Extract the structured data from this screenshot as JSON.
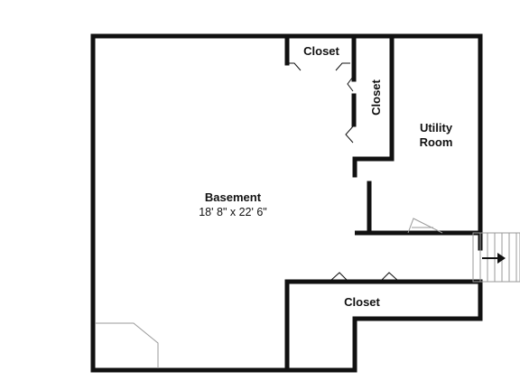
{
  "rooms": {
    "basement": {
      "name": "Basement",
      "dimensions": "18' 8\" x 22' 6\""
    },
    "top_closet": {
      "name": "Closet"
    },
    "side_closet": {
      "name": "Closet"
    },
    "utility": {
      "name_line1": "Utility",
      "name_line2": "Room"
    },
    "bottom_closet": {
      "name": "Closet"
    }
  },
  "colors": {
    "wall": "#111111",
    "fixture": "#9a9a9a",
    "background": "#ffffff"
  },
  "icons": {
    "stairs": "stairs-arrow-right-icon"
  }
}
